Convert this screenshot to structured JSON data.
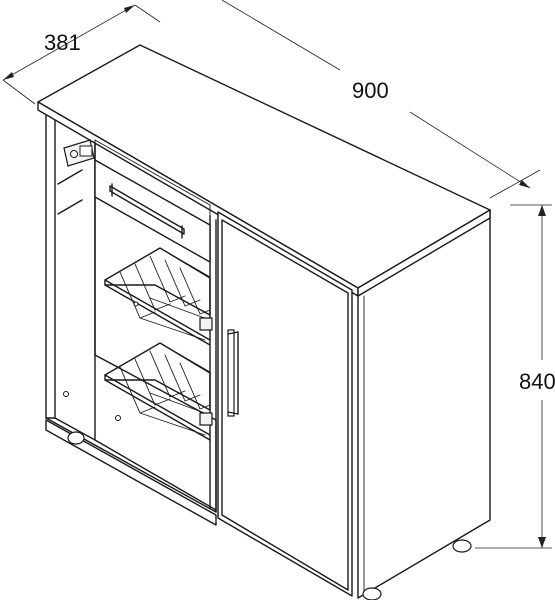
{
  "dimensions": {
    "depth": "381",
    "width": "900",
    "height": "840"
  }
}
